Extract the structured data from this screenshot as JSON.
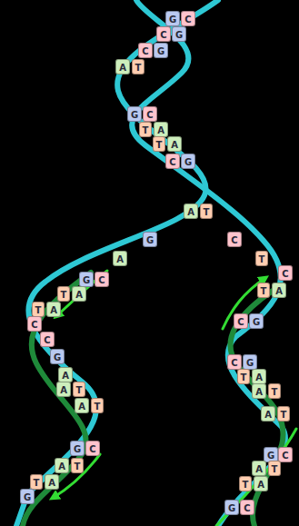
{
  "diagram": {
    "nodes": [
      {
        "text": [
          "G"
        ]
      },
      {
        "text": [
          "C"
        ]
      },
      {
        "text": [
          "C"
        ]
      },
      {
        "text": [
          "G"
        ]
      },
      {
        "text": [
          "C"
        ]
      },
      {
        "text": [
          "G"
        ]
      },
      {
        "text": [
          "A"
        ]
      },
      {
        "text": [
          "T"
        ]
      },
      {
        "text": [
          "G"
        ]
      },
      {
        "text": [
          "C"
        ]
      },
      {
        "text": [
          "T"
        ]
      },
      {
        "text": [
          "A"
        ]
      },
      {
        "text": [
          "T"
        ]
      },
      {
        "text": [
          "A"
        ]
      },
      {
        "text": [
          "C"
        ]
      },
      {
        "text": [
          "G"
        ]
      },
      {
        "text": [
          "A"
        ]
      },
      {
        "text": [
          "T"
        ]
      },
      {
        "text": [
          "G"
        ]
      },
      {
        "text": [
          "C"
        ]
      },
      {
        "text": [
          "A"
        ]
      },
      {
        "text": [
          "T"
        ]
      },
      {
        "text": [
          "C"
        ]
      },
      {
        "text": [
          "G"
        ]
      },
      {
        "text": [
          "C"
        ]
      },
      {
        "text": [
          "T"
        ]
      },
      {
        "text": [
          "A"
        ]
      },
      {
        "text": [
          "T"
        ]
      },
      {
        "text": [
          "A"
        ]
      },
      {
        "text": [
          "T"
        ]
      },
      {
        "text": [
          "A"
        ]
      },
      {
        "text": [
          "C"
        ]
      },
      {
        "text": [
          "G"
        ]
      },
      {
        "text": [
          "C"
        ]
      },
      {
        "text": [
          "C"
        ]
      },
      {
        "text": [
          "G"
        ]
      },
      {
        "text": [
          "C"
        ]
      },
      {
        "text": [
          "G"
        ]
      },
      {
        "text": [
          "A"
        ]
      },
      {
        "text": [
          "T"
        ]
      },
      {
        "text": [
          "A"
        ]
      },
      {
        "text": [
          "A"
        ]
      },
      {
        "text": [
          "T"
        ]
      },
      {
        "text": [
          "A"
        ]
      },
      {
        "text": [
          "T"
        ]
      },
      {
        "text": [
          "A"
        ]
      },
      {
        "text": [
          "T"
        ]
      },
      {
        "text": [
          "A"
        ]
      },
      {
        "text": [
          "T"
        ]
      },
      {
        "text": [
          "G"
        ]
      },
      {
        "text": [
          "C"
        ]
      },
      {
        "text": [
          "G"
        ]
      },
      {
        "text": [
          "C"
        ]
      },
      {
        "text": [
          "A"
        ]
      },
      {
        "text": [
          "T"
        ]
      },
      {
        "text": [
          "A"
        ]
      },
      {
        "text": [
          "T"
        ]
      },
      {
        "text": [
          "T"
        ]
      },
      {
        "text": [
          "A"
        ]
      },
      {
        "text": [
          "T"
        ]
      },
      {
        "text": [
          "A"
        ]
      },
      {
        "text": [
          "G"
        ]
      },
      {
        "text": [
          "G"
        ]
      },
      {
        "text": [
          "C"
        ]
      }
    ]
  }
}
